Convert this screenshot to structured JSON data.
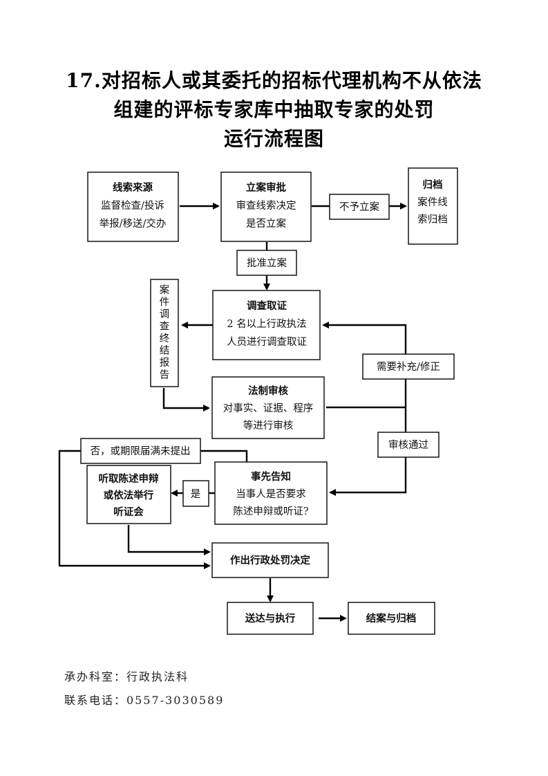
{
  "title": {
    "line1": "17.对招标人或其委托的招标代理机构不从依法",
    "line2": "组建的评标专家库中抽取专家的处罚",
    "line3": "运行流程图"
  },
  "nodes": {
    "clue_source": {
      "title": "线索来源",
      "lines": [
        "监督检查/投诉",
        "举报/移送/交办"
      ]
    },
    "filing_approval": {
      "title": "立案审批",
      "lines": [
        "审查线索决定",
        "是否立案"
      ]
    },
    "archive": {
      "title": "归档",
      "lines": [
        "案件线",
        "索归档"
      ]
    },
    "investigation": {
      "title": "调查取证",
      "lines": [
        "2 名以上行政执法",
        "人员进行调查取证"
      ]
    },
    "final_report": {
      "vertical_text": "案件调查终结报告"
    },
    "legal_review": {
      "title": "法制审核",
      "lines": [
        "对事实、证据、程序",
        "等进行审核"
      ]
    },
    "prior_notice": {
      "title": "事先告知",
      "lines": [
        "当事人是否要求",
        "陈述申辩或听证?"
      ]
    },
    "hearing": {
      "lines": [
        "听取陈述申辩",
        "或依法举行",
        "听证会"
      ]
    },
    "penalty_decision": {
      "title": "作出行政处罚决定"
    },
    "delivery": {
      "title": "送达与执行"
    },
    "closure": {
      "title": "结案与归档"
    }
  },
  "edge_labels": {
    "no_filing": "不予立案",
    "approve_filing": "批准立案",
    "need_supplement": "需要补充/修正",
    "review_passed": "审核通过",
    "no_or_expired": "否，或期限届满未提出",
    "yes": "是"
  },
  "footer": {
    "department": "承办科室：行政执法科",
    "phone": "联系电话：0557-3030589"
  }
}
